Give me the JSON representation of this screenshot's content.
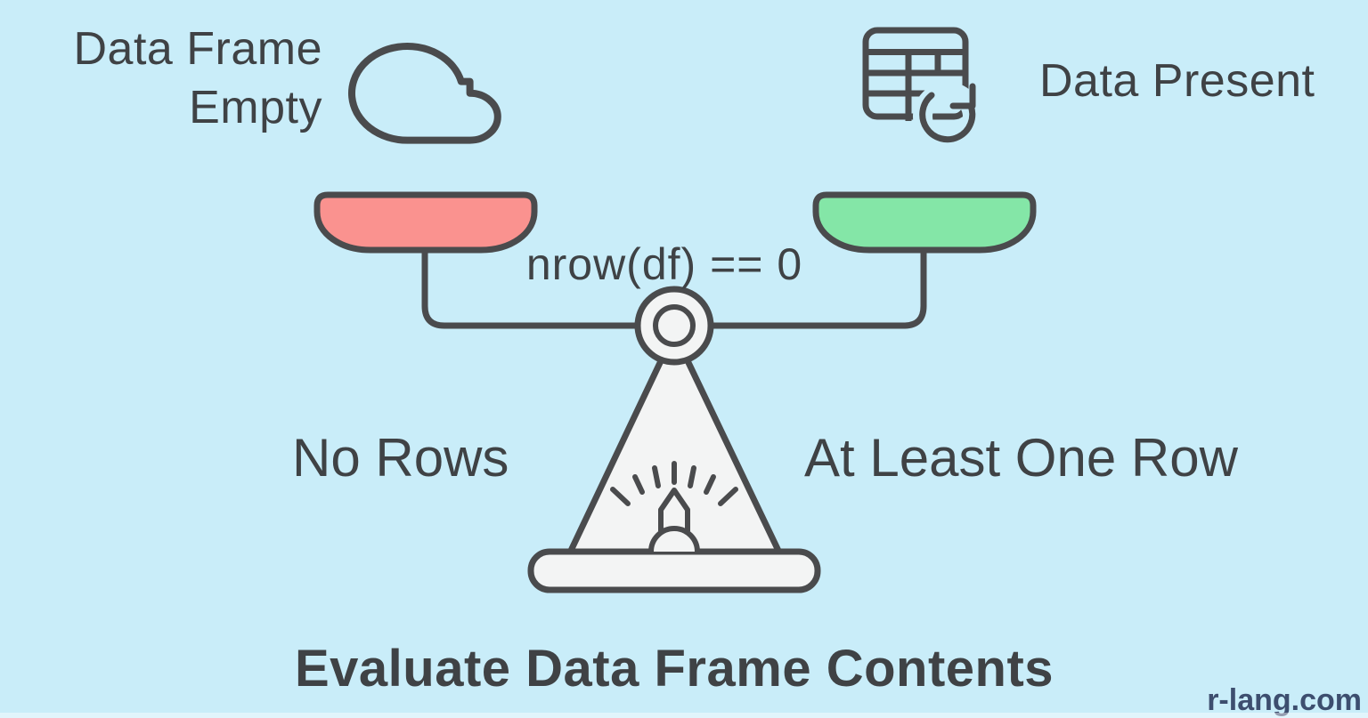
{
  "page": {
    "title": "Evaluate Data Frame Contents",
    "watermark": "r-lang.com"
  },
  "scale": {
    "condition_label": "nrow(df) == 0",
    "left": {
      "object_label": "Data Frame\nEmpty",
      "outcome_label": "No Rows",
      "icon": "cloud-icon",
      "pan_color": "#fa928f"
    },
    "right": {
      "object_label": "Data Present",
      "outcome_label": "At Least One Row",
      "icon": "table-refresh-icon",
      "pan_color": "#84e6a7"
    }
  },
  "theme": {
    "background": "#c9edf9",
    "stroke": "#4a4b4d",
    "text": "#3f4245",
    "fill_light": "#f3f4f4",
    "brand": "#3d4e6f"
  }
}
